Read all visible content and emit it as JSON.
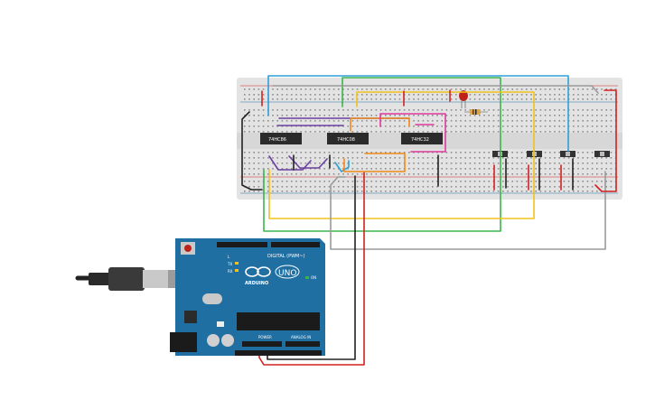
{
  "colors": {
    "board_blue": "#1f6fa3",
    "breadboard": "#e3e3e3",
    "chip": "#2b2b2b",
    "wire_blue": "#2ea0d8",
    "wire_green": "#3ab54a",
    "wire_yellow": "#f2c21b",
    "wire_gray": "#9a9a9a",
    "wire_red": "#d32121",
    "wire_black": "#222222",
    "wire_purple": "#6b3fa0",
    "wire_orange": "#f08a1a",
    "wire_pink": "#e0399e"
  },
  "chips": [
    {
      "label": "74HC86"
    },
    {
      "label": "74HC08"
    },
    {
      "label": "74HC32"
    }
  ],
  "arduino": {
    "brand": "ARDUINO",
    "model": "UNO",
    "digital_label": "DIGITAL (PWM~)",
    "power_label": "POWER",
    "analog_label": "ANALOG IN",
    "tx_label": "TX",
    "rx_label": "RX",
    "l_label": "L",
    "on_label": "ON"
  },
  "components": {
    "led": "red-led",
    "resistor": "resistor",
    "switches": 4
  }
}
